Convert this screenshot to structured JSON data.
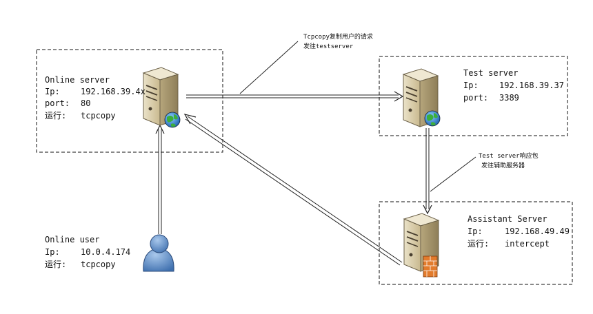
{
  "online_server": {
    "title": "Online server",
    "ip_label": "Ip:",
    "ip_value": "192.168.39.4x",
    "port_label": "port:",
    "port_value": "80",
    "run_label": "运行:",
    "run_value": "tcpcopy"
  },
  "test_server": {
    "title": "Test server",
    "ip_label": "Ip:",
    "ip_value": "192.168.39.37",
    "port_label": "port:",
    "port_value": "3389"
  },
  "assistant_server": {
    "title": "Assistant Server",
    "ip_label": "Ip:",
    "ip_value": "192.168.49.49",
    "run_label": "运行:",
    "run_value": "intercept"
  },
  "online_user": {
    "title": "Online user",
    "ip_label": "Ip:",
    "ip_value": "10.0.4.174",
    "run_label": "运行:",
    "run_value": "tcpcopy"
  },
  "callouts": {
    "tcpcopy_line1": "Tcpcopy复制用户的请求",
    "tcpcopy_line2": "发往testserver",
    "response_line1": "Test server响应包",
    "response_line2": "发往辅助服务器"
  },
  "colors": {
    "server_body": "#d9ccaa",
    "globe": "#2a7ad0",
    "firewall": "#e27b2c",
    "user": "#6a9ad0"
  }
}
